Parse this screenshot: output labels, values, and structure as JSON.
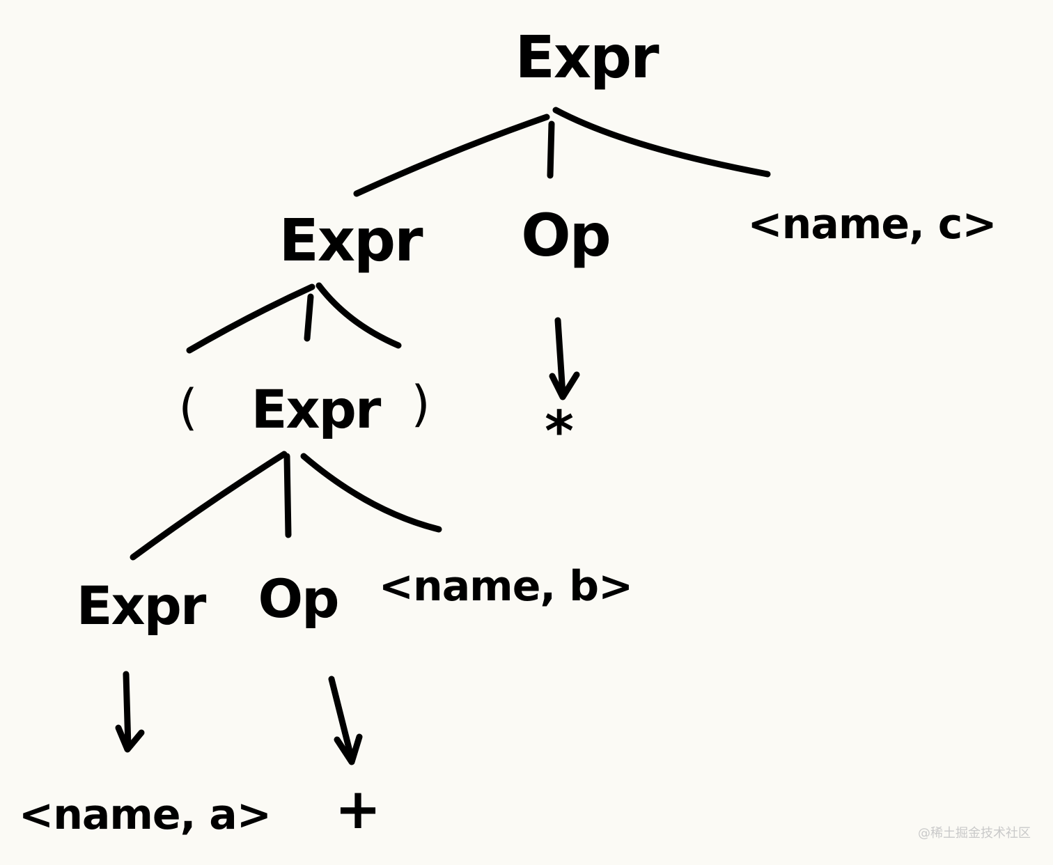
{
  "nodes": {
    "root_expr": "Expr",
    "l1_expr": "Expr",
    "l1_op": "Op",
    "l1_name_c": "<name, c>",
    "l2_lparen": "(",
    "l2_expr": "Expr",
    "l2_rparen": ")",
    "l2_star": "*",
    "l3_expr": "Expr",
    "l3_op": "Op",
    "l3_name_b": "<name, b>",
    "l4_name_a": "<name, a>",
    "l4_plus": "+"
  },
  "watermark": "@稀土掘金技术社区"
}
